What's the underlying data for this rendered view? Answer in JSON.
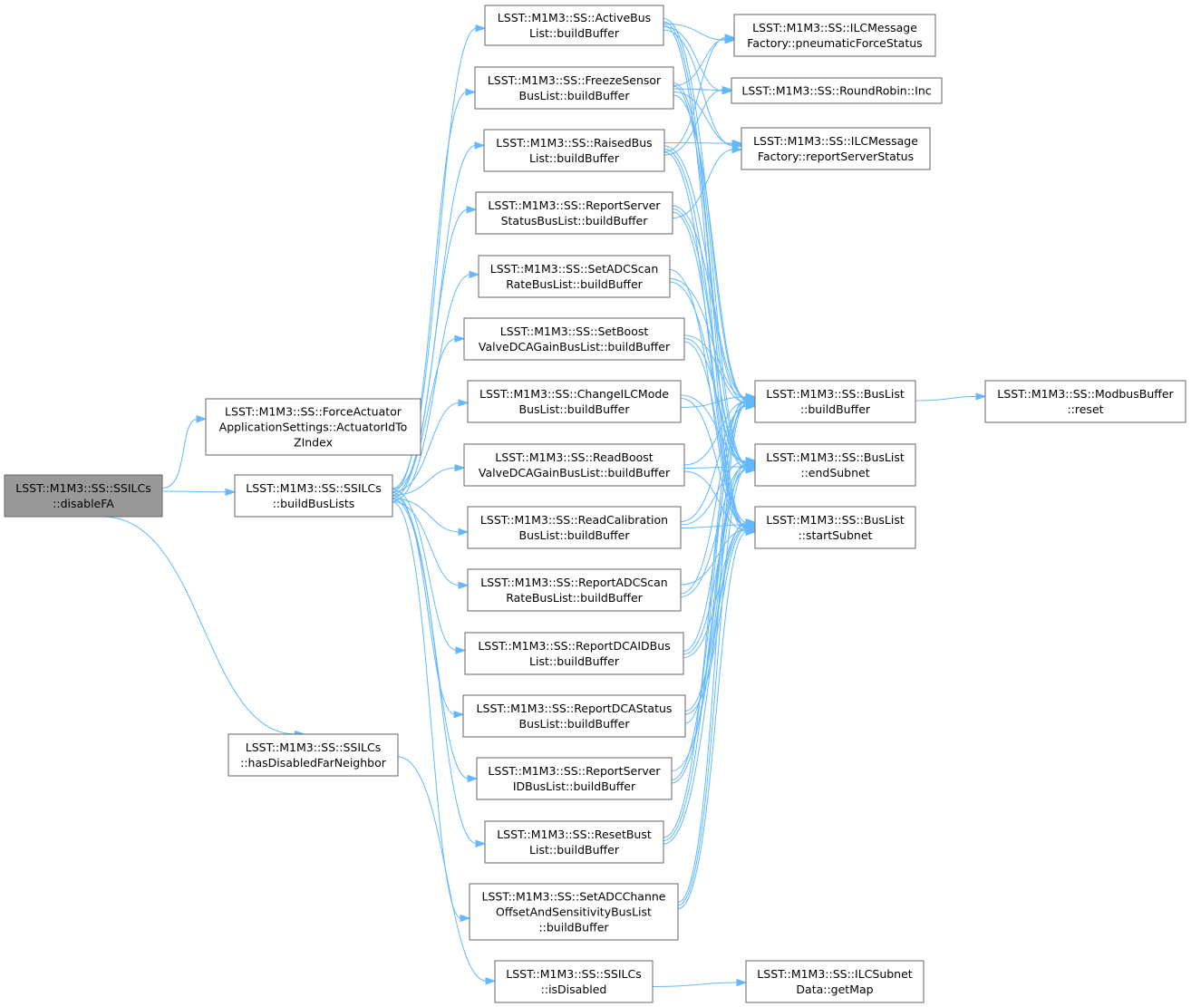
{
  "graph": {
    "nodes": [
      {
        "id": "disableFA",
        "lines": [
          "LSST::M1M3::SS::SSILCs",
          "::disableFA"
        ],
        "highlighted": true
      },
      {
        "id": "actuatorIdToZIndex",
        "lines": [
          "LSST::M1M3::SS::ForceActuator",
          "ApplicationSettings::ActuatorIdTo",
          "ZIndex"
        ]
      },
      {
        "id": "buildBusLists",
        "lines": [
          "LSST::M1M3::SS::SSILCs",
          "::buildBusLists"
        ]
      },
      {
        "id": "hasDisabledFarNeighbor",
        "lines": [
          "LSST::M1M3::SS::SSILCs",
          "::hasDisabledFarNeighbor"
        ]
      },
      {
        "id": "isDisabled",
        "lines": [
          "LSST::M1M3::SS::SSILCs",
          "::isDisabled"
        ]
      },
      {
        "id": "getMap",
        "lines": [
          "LSST::M1M3::SS::ILCSubnet",
          "Data::getMap"
        ]
      },
      {
        "id": "activeBus",
        "lines": [
          "LSST::M1M3::SS::ActiveBus",
          "List::buildBuffer"
        ]
      },
      {
        "id": "freezeSensor",
        "lines": [
          "LSST::M1M3::SS::FreezeSensor",
          "BusList::buildBuffer"
        ]
      },
      {
        "id": "raisedBus",
        "lines": [
          "LSST::M1M3::SS::RaisedBus",
          "List::buildBuffer"
        ]
      },
      {
        "id": "reportServerStatus",
        "lines": [
          "LSST::M1M3::SS::ReportServer",
          "StatusBusList::buildBuffer"
        ]
      },
      {
        "id": "setADCScanRate",
        "lines": [
          "LSST::M1M3::SS::SetADCScan",
          "RateBusList::buildBuffer"
        ]
      },
      {
        "id": "setBoostValve",
        "lines": [
          "LSST::M1M3::SS::SetBoost",
          "ValveDCAGainBusList::buildBuffer"
        ]
      },
      {
        "id": "changeILCMode",
        "lines": [
          "LSST::M1M3::SS::ChangeILCMode",
          "BusList::buildBuffer"
        ]
      },
      {
        "id": "readBoostValve",
        "lines": [
          "LSST::M1M3::SS::ReadBoost",
          "ValveDCAGainBusList::buildBuffer"
        ]
      },
      {
        "id": "readCalibration",
        "lines": [
          "LSST::M1M3::SS::ReadCalibration",
          "BusList::buildBuffer"
        ]
      },
      {
        "id": "reportADCScanRate",
        "lines": [
          "LSST::M1M3::SS::ReportADCScan",
          "RateBusList::buildBuffer"
        ]
      },
      {
        "id": "reportDCAID",
        "lines": [
          "LSST::M1M3::SS::ReportDCAIDBus",
          "List::buildBuffer"
        ]
      },
      {
        "id": "reportDCAStatus",
        "lines": [
          "LSST::M1M3::SS::ReportDCAStatus",
          "BusList::buildBuffer"
        ]
      },
      {
        "id": "reportServerID",
        "lines": [
          "LSST::M1M3::SS::ReportServer",
          "IDBusList::buildBuffer"
        ]
      },
      {
        "id": "resetBust",
        "lines": [
          "LSST::M1M3::SS::ResetBust",
          "List::buildBuffer"
        ]
      },
      {
        "id": "setADCChannel",
        "lines": [
          "LSST::M1M3::SS::SetADCChanne",
          "OffsetAndSensitivityBusList",
          "::buildBuffer"
        ]
      },
      {
        "id": "pneumaticForceStatus",
        "lines": [
          "LSST::M1M3::SS::ILCMessage",
          "Factory::pneumaticForceStatus"
        ]
      },
      {
        "id": "roundRobinInc",
        "lines": [
          "LSST::M1M3::SS::RoundRobin::Inc"
        ]
      },
      {
        "id": "reportServerStatusMsg",
        "lines": [
          "LSST::M1M3::SS::ILCMessage",
          "Factory::reportServerStatus"
        ]
      },
      {
        "id": "busListBuildBuffer",
        "lines": [
          "LSST::M1M3::SS::BusList",
          "::buildBuffer"
        ]
      },
      {
        "id": "endSubnet",
        "lines": [
          "LSST::M1M3::SS::BusList",
          "::endSubnet"
        ]
      },
      {
        "id": "startSubnet",
        "lines": [
          "LSST::M1M3::SS::BusList",
          "::startSubnet"
        ]
      },
      {
        "id": "modbusReset",
        "lines": [
          "LSST::M1M3::SS::ModbusBuffer",
          "::reset"
        ]
      }
    ],
    "edges": [
      [
        "disableFA",
        "actuatorIdToZIndex"
      ],
      [
        "disableFA",
        "buildBusLists"
      ],
      [
        "disableFA",
        "hasDisabledFarNeighbor"
      ],
      [
        "hasDisabledFarNeighbor",
        "isDisabled"
      ],
      [
        "isDisabled",
        "getMap"
      ],
      [
        "buildBusLists",
        "activeBus"
      ],
      [
        "buildBusLists",
        "freezeSensor"
      ],
      [
        "buildBusLists",
        "raisedBus"
      ],
      [
        "buildBusLists",
        "reportServerStatus"
      ],
      [
        "buildBusLists",
        "setADCScanRate"
      ],
      [
        "buildBusLists",
        "setBoostValve"
      ],
      [
        "buildBusLists",
        "changeILCMode"
      ],
      [
        "buildBusLists",
        "readBoostValve"
      ],
      [
        "buildBusLists",
        "readCalibration"
      ],
      [
        "buildBusLists",
        "reportADCScanRate"
      ],
      [
        "buildBusLists",
        "reportDCAID"
      ],
      [
        "buildBusLists",
        "reportDCAStatus"
      ],
      [
        "buildBusLists",
        "reportServerID"
      ],
      [
        "buildBusLists",
        "resetBust"
      ],
      [
        "buildBusLists",
        "setADCChannel"
      ],
      [
        "activeBus",
        "pneumaticForceStatus"
      ],
      [
        "activeBus",
        "roundRobinInc"
      ],
      [
        "activeBus",
        "reportServerStatusMsg"
      ],
      [
        "activeBus",
        "busListBuildBuffer"
      ],
      [
        "activeBus",
        "endSubnet"
      ],
      [
        "activeBus",
        "startSubnet"
      ],
      [
        "freezeSensor",
        "pneumaticForceStatus"
      ],
      [
        "freezeSensor",
        "roundRobinInc"
      ],
      [
        "freezeSensor",
        "reportServerStatusMsg"
      ],
      [
        "freezeSensor",
        "busListBuildBuffer"
      ],
      [
        "freezeSensor",
        "endSubnet"
      ],
      [
        "freezeSensor",
        "startSubnet"
      ],
      [
        "raisedBus",
        "pneumaticForceStatus"
      ],
      [
        "raisedBus",
        "roundRobinInc"
      ],
      [
        "raisedBus",
        "reportServerStatusMsg"
      ],
      [
        "raisedBus",
        "busListBuildBuffer"
      ],
      [
        "raisedBus",
        "endSubnet"
      ],
      [
        "raisedBus",
        "startSubnet"
      ],
      [
        "reportServerStatus",
        "reportServerStatusMsg"
      ],
      [
        "reportServerStatus",
        "busListBuildBuffer"
      ],
      [
        "reportServerStatus",
        "endSubnet"
      ],
      [
        "reportServerStatus",
        "startSubnet"
      ],
      [
        "setADCScanRate",
        "busListBuildBuffer"
      ],
      [
        "setADCScanRate",
        "endSubnet"
      ],
      [
        "setADCScanRate",
        "startSubnet"
      ],
      [
        "setBoostValve",
        "busListBuildBuffer"
      ],
      [
        "setBoostValve",
        "endSubnet"
      ],
      [
        "setBoostValve",
        "startSubnet"
      ],
      [
        "changeILCMode",
        "busListBuildBuffer"
      ],
      [
        "changeILCMode",
        "endSubnet"
      ],
      [
        "changeILCMode",
        "startSubnet"
      ],
      [
        "readBoostValve",
        "busListBuildBuffer"
      ],
      [
        "readBoostValve",
        "endSubnet"
      ],
      [
        "readBoostValve",
        "startSubnet"
      ],
      [
        "readCalibration",
        "busListBuildBuffer"
      ],
      [
        "readCalibration",
        "endSubnet"
      ],
      [
        "readCalibration",
        "startSubnet"
      ],
      [
        "reportADCScanRate",
        "busListBuildBuffer"
      ],
      [
        "reportADCScanRate",
        "endSubnet"
      ],
      [
        "reportADCScanRate",
        "startSubnet"
      ],
      [
        "reportDCAID",
        "busListBuildBuffer"
      ],
      [
        "reportDCAID",
        "endSubnet"
      ],
      [
        "reportDCAID",
        "startSubnet"
      ],
      [
        "reportDCAStatus",
        "busListBuildBuffer"
      ],
      [
        "reportDCAStatus",
        "endSubnet"
      ],
      [
        "reportDCAStatus",
        "startSubnet"
      ],
      [
        "reportServerID",
        "busListBuildBuffer"
      ],
      [
        "reportServerID",
        "endSubnet"
      ],
      [
        "reportServerID",
        "startSubnet"
      ],
      [
        "resetBust",
        "busListBuildBuffer"
      ],
      [
        "resetBust",
        "endSubnet"
      ],
      [
        "resetBust",
        "startSubnet"
      ],
      [
        "setADCChannel",
        "busListBuildBuffer"
      ],
      [
        "setADCChannel",
        "endSubnet"
      ],
      [
        "setADCChannel",
        "startSubnet"
      ],
      [
        "busListBuildBuffer",
        "modbusReset"
      ]
    ],
    "colors": {
      "edge": "#63b8ff",
      "node_border": "#666666",
      "node_fill": "#ffffff",
      "highlight_fill": "#999999"
    }
  }
}
